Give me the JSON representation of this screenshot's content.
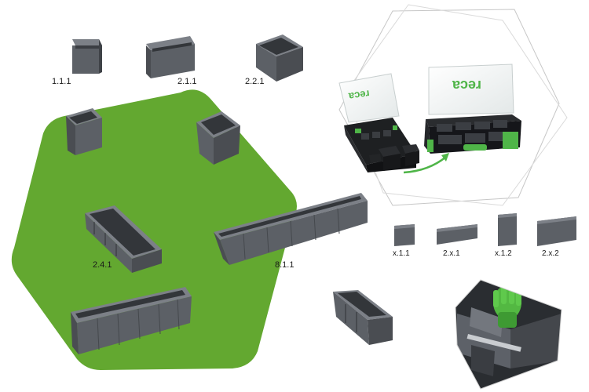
{
  "colors": {
    "hexagon_green": "#63a830",
    "box_gray": "#5c6066",
    "box_dark": "#3b3e43",
    "box_light": "#7c8087",
    "accent_green": "#4fb548",
    "outline_gray": "#b9b9b9",
    "lid_white": "#f4f6f6"
  },
  "case_logo": "reca",
  "boxes": [
    {
      "label": "1.1.1",
      "icon": "storage-box-small"
    },
    {
      "label": "2.1.1",
      "icon": "storage-box-wide"
    },
    {
      "label": "2.2.1",
      "icon": "storage-box-square"
    },
    {
      "label": "2.4.1",
      "icon": "storage-box-long"
    },
    {
      "label": "8.1.1",
      "icon": "storage-box-extra-long"
    }
  ],
  "dividers": [
    {
      "label": "x.1.1",
      "icon": "divider-small"
    },
    {
      "label": "2.x.1",
      "icon": "divider-wide"
    },
    {
      "label": "x.1.2",
      "icon": "divider-tall"
    },
    {
      "label": "2.x.2",
      "icon": "divider-wide-tall"
    }
  ]
}
